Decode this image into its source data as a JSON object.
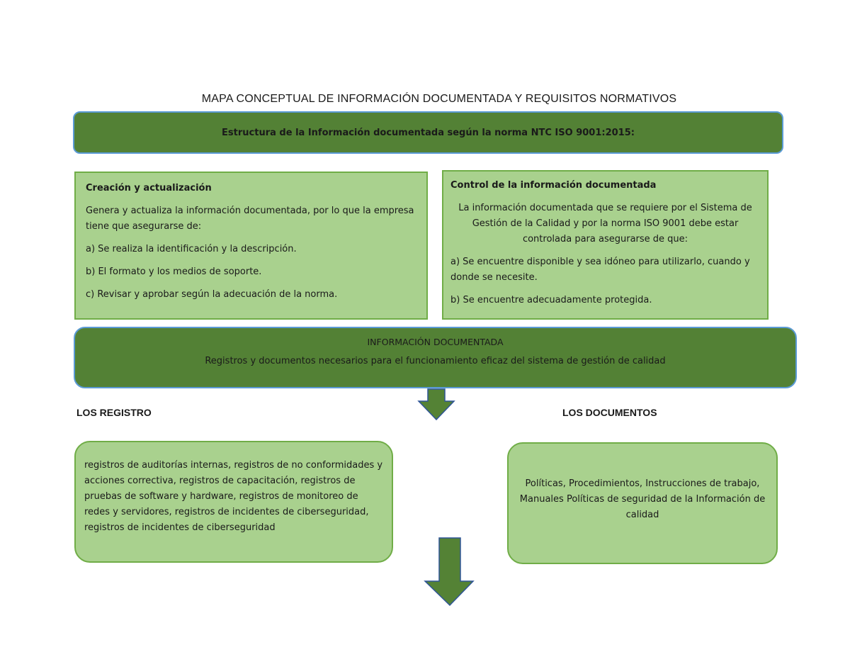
{
  "title": "MAPA CONCEPTUAL DE INFORMACIÓN DOCUMENTADA Y REQUISITOS NORMATIVOS",
  "top_banner": "Estructura de la Información documentada según la norma NTC ISO 9001:2015:",
  "creation": {
    "heading": "Creación y actualización",
    "intro": "Genera y actualiza la información documentada, por lo que la empresa tiene que asegurarse de:",
    "items": [
      "a) Se realiza la identificación y la descripción.",
      "b) El formato y los medios de soporte.",
      "c) Revisar y aprobar según la adecuación de la norma."
    ]
  },
  "control": {
    "heading": "Control de la información documentada",
    "intro": "La información documentada que se requiere por el Sistema de Gestión de la Calidad y por la norma ISO 9001 debe estar controlada para asegurarse de que:",
    "items": [
      "a) Se encuentre disponible y sea idóneo para utilizarlo, cuando y donde se necesite.",
      "b) Se encuentre adecuadamente protegida."
    ]
  },
  "info_banner": {
    "heading": "INFORMACIÓN DOCUMENTADA",
    "subtitle": "Registros y documentos necesarios para el funcionamiento eficaz del sistema de gestión de calidad"
  },
  "registros": {
    "label": "LOS REGISTRO",
    "text": "registros de auditorías internas, registros de no conformidades y acciones correctiva, registros de capacitación, registros de pruebas de software y hardware, registros de monitoreo de redes y servidores, registros de incidentes de ciberseguridad, registros de incidentes de ciberseguridad"
  },
  "documentos": {
    "label": "LOS DOCUMENTOS",
    "text": "Políticas, Procedimientos, Instrucciones de trabajo, Manuales Políticas de seguridad de la Información de calidad"
  },
  "colors": {
    "dark_green": "#538135",
    "light_green": "#a9d18e",
    "border_green": "#70ad47",
    "border_blue": "#5b9bd5",
    "arrow_fill": "#548235",
    "arrow_stroke": "#2f5597"
  }
}
